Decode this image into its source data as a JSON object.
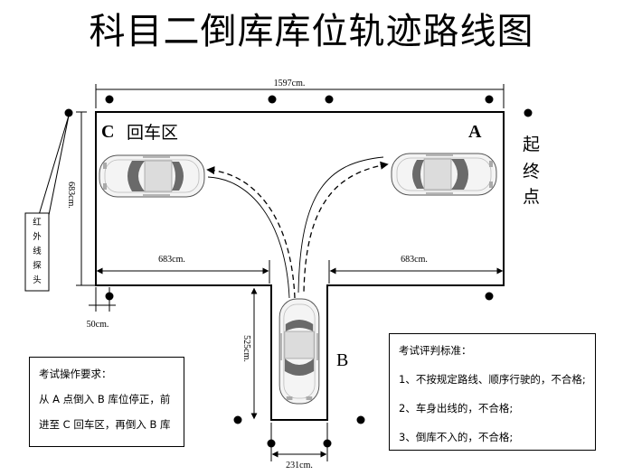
{
  "title": "科目二倒库库位轨迹路线图",
  "dimensions": {
    "total_width": "1597cm.",
    "depth": "683cm.",
    "left_span": "683cm.",
    "right_span": "683cm.",
    "garage_depth": "525cm.",
    "garage_width": "231cm.",
    "offset": "50cm."
  },
  "points": {
    "a": "A",
    "b": "B",
    "c": "C",
    "c_area": "回车区"
  },
  "start_end": [
    "起",
    "终",
    "点"
  ],
  "sensor_label": [
    "红",
    "外",
    "线",
    "探",
    "头"
  ],
  "operation": {
    "title": "考试操作要求：",
    "lines": [
      "从 A 点倒入 B 库位停正，前",
      "进至 C 回车区，再倒入 B 库"
    ]
  },
  "criteria": {
    "title": "考试评判标准：",
    "items": [
      "1、不按规定路线、顺序行驶的，不合格;",
      "2、车身出线的，不合格;",
      "3、倒库不入的，不合格;"
    ]
  },
  "colors": {
    "line": "#000000",
    "car_body": "#f4f4f4",
    "car_glass": "#6a6a6a"
  }
}
